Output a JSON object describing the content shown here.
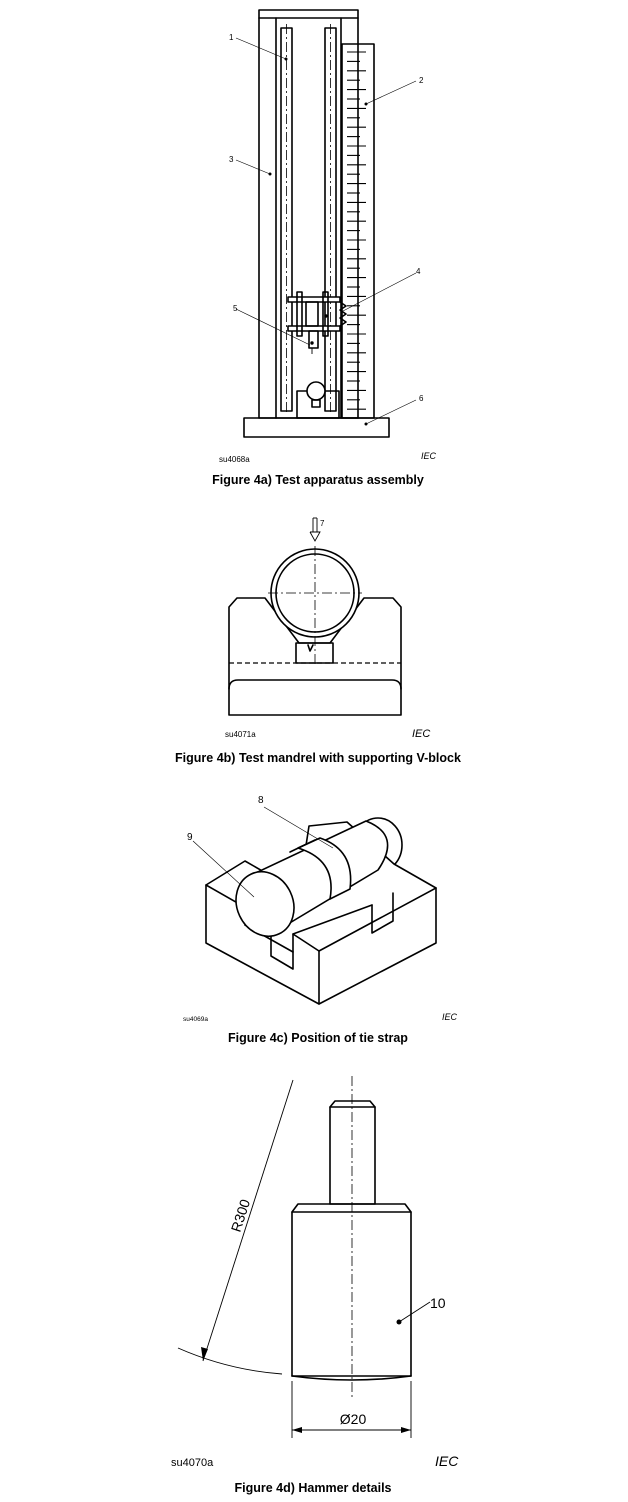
{
  "fig_a": {
    "caption": "Figure 4a) Test apparatus assembly",
    "code": "su4068a",
    "iec": "IEC",
    "callouts": [
      "1",
      "2",
      "3",
      "4",
      "5",
      "6"
    ]
  },
  "fig_b": {
    "caption": "Figure 4b) Test mandrel with supporting V-block",
    "code": "su4071a",
    "iec": "IEC",
    "callouts": [
      "7"
    ]
  },
  "fig_c": {
    "caption": "Figure 4c) Position of tie strap",
    "code": "su4069a",
    "iec": "IEC",
    "callouts": [
      "8",
      "9"
    ]
  },
  "fig_d": {
    "caption": "Figure 4d) Hammer details",
    "code": "su4070a",
    "iec": "IEC",
    "callouts": [
      "10"
    ],
    "radius_label": "R300",
    "diameter_label": "Ø20"
  }
}
